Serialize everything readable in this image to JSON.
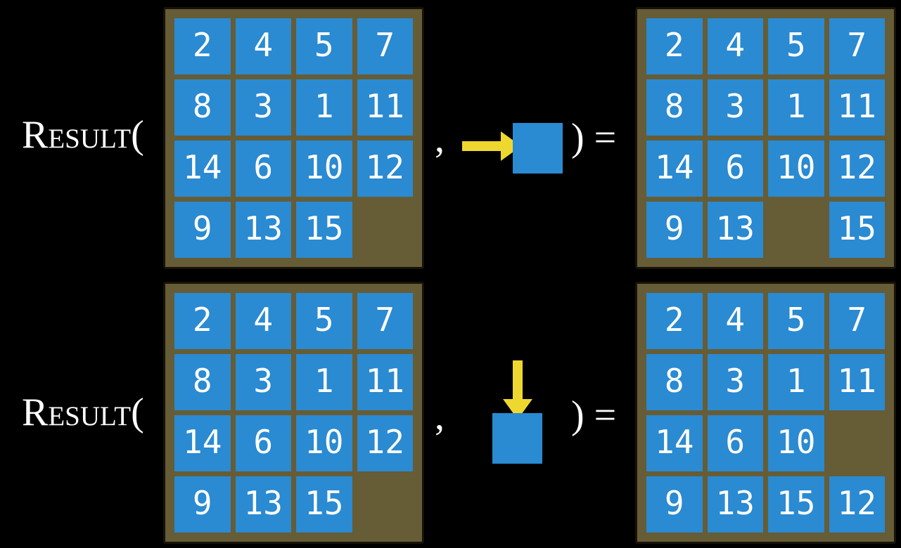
{
  "colors": {
    "background": "#000000",
    "board_brown": "#665c36",
    "board_border": "#17130a",
    "tile_blue": "#2a8ad2",
    "arrow_yellow": "#eed72f",
    "text_white": "#ffffff"
  },
  "rows": [
    {
      "function_label": "Result(",
      "comma": ",",
      "close_paren_equals": ") =",
      "action": {
        "icon": "right-arrow-icon",
        "direction": "right"
      },
      "input_grid": [
        [
          "2",
          "4",
          "5",
          "7"
        ],
        [
          "8",
          "3",
          "1",
          "11"
        ],
        [
          "14",
          "6",
          "10",
          "12"
        ],
        [
          "9",
          "13",
          "15",
          ""
        ]
      ],
      "output_grid": [
        [
          "2",
          "4",
          "5",
          "7"
        ],
        [
          "8",
          "3",
          "1",
          "11"
        ],
        [
          "14",
          "6",
          "10",
          "12"
        ],
        [
          "9",
          "13",
          "",
          "15"
        ]
      ]
    },
    {
      "function_label": "Result(",
      "comma": ",",
      "close_paren_equals": ") =",
      "action": {
        "icon": "down-arrow-icon",
        "direction": "down"
      },
      "input_grid": [
        [
          "2",
          "4",
          "5",
          "7"
        ],
        [
          "8",
          "3",
          "1",
          "11"
        ],
        [
          "14",
          "6",
          "10",
          "12"
        ],
        [
          "9",
          "13",
          "15",
          ""
        ]
      ],
      "output_grid": [
        [
          "2",
          "4",
          "5",
          "7"
        ],
        [
          "8",
          "3",
          "1",
          "11"
        ],
        [
          "14",
          "6",
          "10",
          ""
        ],
        [
          "9",
          "13",
          "15",
          "12"
        ]
      ]
    }
  ]
}
